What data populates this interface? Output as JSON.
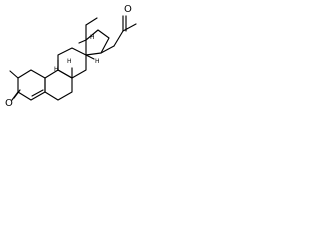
{
  "molecule": {
    "atom_labels": {
      "ketone_oxygen_top": "O",
      "ketone_oxygen_left": "O"
    },
    "stereo_labels": {
      "h_upper": "H",
      "h_middle": "H",
      "h_lower_left": "H",
      "h_lower_right": "H"
    }
  }
}
